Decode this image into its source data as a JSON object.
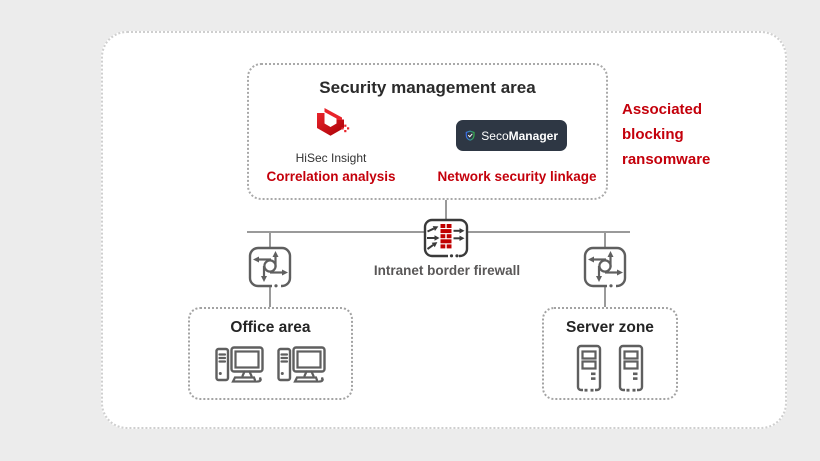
{
  "colors": {
    "page_bg": "#ececec",
    "card_bg": "#ffffff",
    "accent_red": "#c4000b",
    "brick_red": "#c00000",
    "line_gray": "#9a9a9a",
    "icon_gray": "#5f5f5f",
    "firewall_dark": "#3a3a3a",
    "dark_text": "#2b2b2b",
    "muted_text": "#595757",
    "badge_bg": "#2e3744",
    "shield_blue": "#3a6ff0",
    "shield_green": "#35b44a",
    "logo_red": "#e2231a"
  },
  "security_area": {
    "title": "Security management area",
    "hisec": {
      "product": "HiSec Insight",
      "caption": "Correlation analysis"
    },
    "secomanager": {
      "brand_light": "Seco",
      "brand_bold": "Manager",
      "caption": "Network security linkage"
    }
  },
  "annotation": {
    "lines": [
      "Associated",
      "blocking",
      "ransomware"
    ]
  },
  "firewall": {
    "label": "Intranet border firewall"
  },
  "zones": {
    "office": {
      "title": "Office area"
    },
    "server": {
      "title": "Server zone"
    }
  },
  "icons": {
    "hisec_logo": "hisec-insight-logo",
    "secomanager_shield": "shield-icon",
    "firewall": "firewall-icon",
    "switch": "switch-icon",
    "office_device": "desktop-computer-icon",
    "server_device": "server-icon"
  }
}
